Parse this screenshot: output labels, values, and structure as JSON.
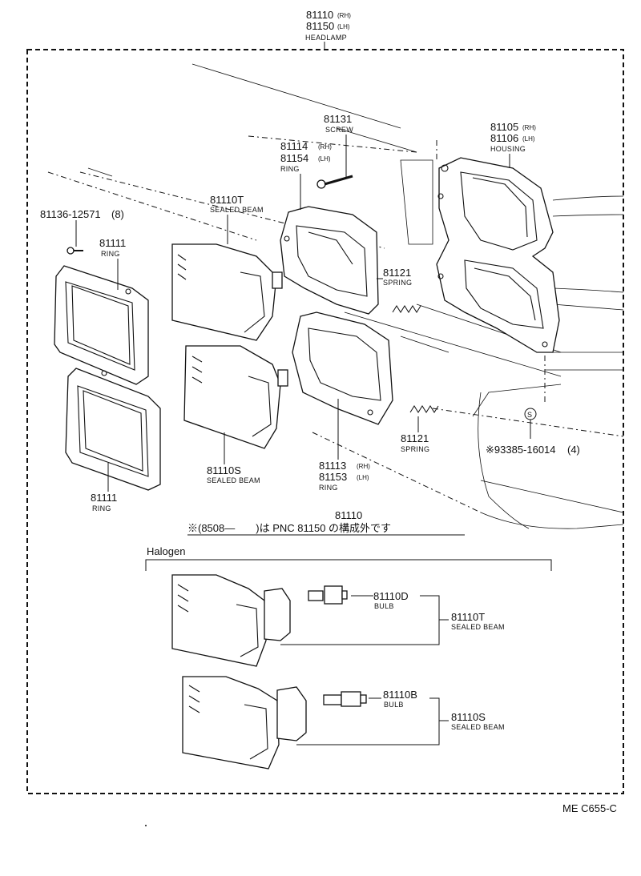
{
  "headlamp": {
    "pn_rh": "81110",
    "pn_lh": "81150",
    "tag_rh": "(RH)",
    "tag_lh": "(LH)",
    "name": "HEADLAMP"
  },
  "screw": {
    "pn": "81131",
    "name": "SCREW"
  },
  "housing": {
    "pn_rh": "81105",
    "pn_lh": "81106",
    "tag_rh": "(RH)",
    "tag_lh": "(LH)",
    "name": "HOUSING"
  },
  "ring_upper": {
    "pn_rh": "81114",
    "pn_lh": "81154",
    "tag_rh": "(RH)",
    "tag_lh": "(LH)",
    "name": "RING"
  },
  "sealed_beam_upper": {
    "pn": "81110T",
    "name": "SEALED BEAM"
  },
  "bolt": {
    "pn": "81136-12571",
    "qty": "(8)"
  },
  "ring_outer_upper": {
    "pn": "81111",
    "name": "RING"
  },
  "spring_upper": {
    "pn": "81121",
    "name": "SPRING"
  },
  "spring_lower": {
    "pn": "81121",
    "name": "SPRING"
  },
  "screw_s": {
    "symbol": "S",
    "pn": "※93385-16014",
    "qty": "(4)"
  },
  "sealed_beam_lower": {
    "pn": "81110S",
    "name": "SEALED BEAM"
  },
  "ring_lower": {
    "pn_rh": "81113",
    "pn_lh": "81153",
    "tag_rh": "(RH)",
    "tag_lh": "(LH)",
    "name": "RING"
  },
  "ring_outer_lower": {
    "pn": "81111",
    "name": "RING"
  },
  "note": {
    "pn": "81110",
    "text": "※(8508―　　)は PNC 81150 の構成外です"
  },
  "halogen": {
    "label": "Halogen",
    "bulb_d": {
      "pn": "81110D",
      "name": "BULB"
    },
    "beam_t": {
      "pn": "81110T",
      "name": "SEALED BEAM"
    },
    "bulb_b": {
      "pn": "81110B",
      "name": "BULB"
    },
    "beam_s": {
      "pn": "81110S",
      "name": "SEALED BEAM"
    }
  },
  "footer": {
    "code": "ME  C655-C"
  }
}
